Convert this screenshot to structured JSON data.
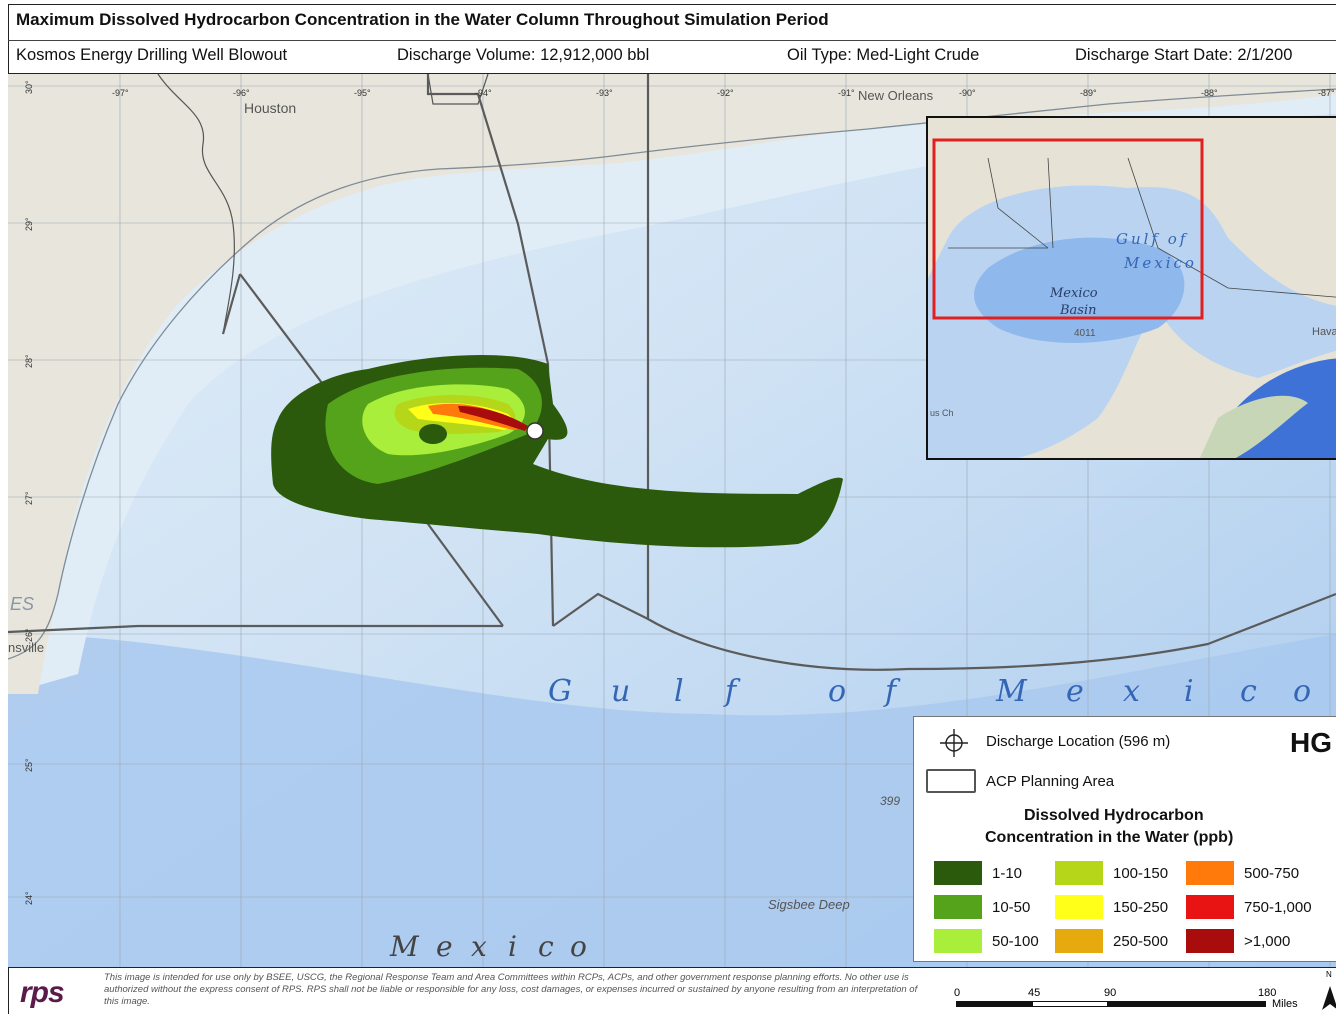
{
  "header": {
    "title": "Maximum Dissolved Hydrocarbon Concentration in the Water Column Throughout Simulation Period",
    "scenario": "Kosmos Energy Drilling Well Blowout",
    "volume": "Discharge Volume: 12,912,000 bbl",
    "oil_type": "Oil Type: Med-Light Crude",
    "start_date": "Discharge Start Date: 2/1/200"
  },
  "map": {
    "lon_ticks": [
      "-97°",
      "-96°",
      "-95°",
      "-94°",
      "-93°",
      "-92°",
      "-91°",
      "-90°",
      "-89°",
      "-88°",
      "-87°"
    ],
    "lat_ticks": [
      "30°",
      "29°",
      "28°",
      "27°",
      "26°",
      "25°",
      "24°"
    ],
    "labels": {
      "houston": "Houston",
      "new_orleans": "New Orleans",
      "brownsville": "nsville",
      "tx_partial": "ES",
      "gulf_big": [
        "G",
        "u",
        "l",
        "f",
        "o",
        "f",
        "M",
        "e",
        "x",
        "i",
        "c",
        "o"
      ],
      "mexico": [
        "M",
        "e",
        "x",
        "i",
        "c",
        "o"
      ],
      "sigsbee": "Sigsbee Deep",
      "depth": "399"
    }
  },
  "inset": {
    "gulf": "Gulf of",
    "mexico": "Mexico",
    "basin1": "Mexico",
    "basin2": "Basin",
    "depth": "4011",
    "havana": "Hava",
    "corpus": "us Ch"
  },
  "legend": {
    "discharge": "Discharge Location (596 m)",
    "acp": "ACP Planning Area",
    "corner": "HG",
    "heading1": "Dissolved Hydrocarbon",
    "heading2": "Concentration in the Water (ppb)",
    "classes": [
      {
        "label": "1-10",
        "color": "#2b5a0c"
      },
      {
        "label": "10-50",
        "color": "#55a31b"
      },
      {
        "label": "50-100",
        "color": "#a8ee3a"
      },
      {
        "label": "100-150",
        "color": "#b6d61a"
      },
      {
        "label": "150-250",
        "color": "#ffff1a"
      },
      {
        "label": "250-500",
        "color": "#e6aa0e"
      },
      {
        "label": "500-750",
        "color": "#ff7a0a"
      },
      {
        "label": "750-1,000",
        "color": "#e81414"
      },
      {
        "label": ">1,000",
        "color": "#a80c0c"
      }
    ]
  },
  "footer": {
    "logo": "rps",
    "disclaimer": "This image is intended for use only by BSEE, USCG, the Regional Response Team and Area Committees within RCPs, ACPs, and other government response planning efforts. No other use is authorized without the express consent of RPS. RPS shall not be liable or responsible for any loss, cost damages, or expenses incurred or sustained by anyone resulting from an interpretation of this image.",
    "scale_labels": [
      "0",
      "45",
      "90",
      "180"
    ],
    "scale_unit": "Miles",
    "north": "N"
  },
  "colors": {
    "water_deep": "#a6c8ef",
    "water_shelf": "#dbe9f6",
    "land": "#e7e5da",
    "inset_box": "#e02020",
    "gulf_label": "#3466b6"
  }
}
